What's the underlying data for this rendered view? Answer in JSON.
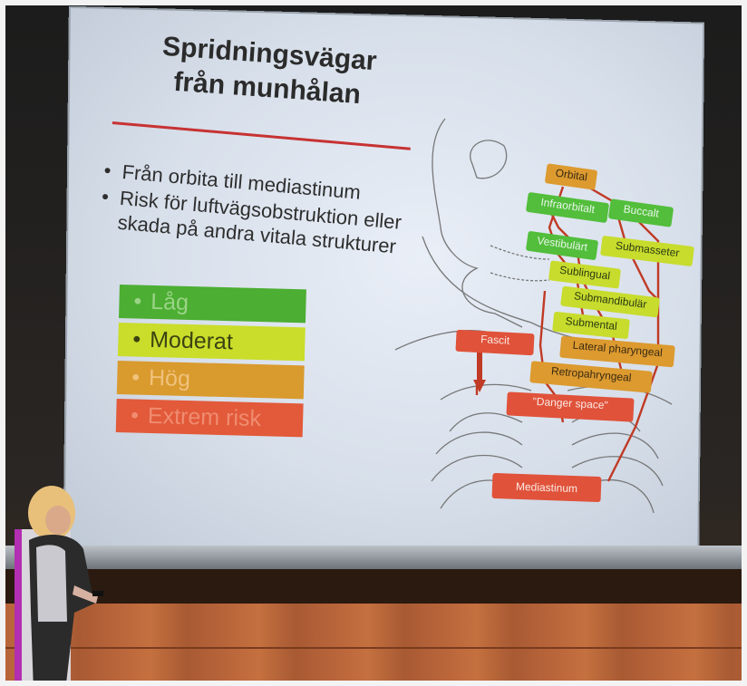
{
  "slide": {
    "title_line1": "Spridningsvägar",
    "title_line2": "från munhålan",
    "bullets": [
      "Från orbita till mediastinum",
      "Risk för luftvägsobstruktion eller skada på andra vitala strukturer"
    ],
    "legend": [
      {
        "label": "Låg",
        "color": "#4cae32",
        "text_color": "#8fd07a"
      },
      {
        "label": "Moderat",
        "color": "#c9dd2a",
        "text_color": "#3b4212"
      },
      {
        "label": "Hög",
        "color": "#d99a2e",
        "text_color": "#f0c27c"
      },
      {
        "label": "Extrem risk",
        "color": "#e25a3a",
        "text_color": "#f08c70"
      }
    ],
    "spaces": {
      "orbital": "Orbital",
      "infraorbital": "Infraorbitalt",
      "buccal": "Buccalt",
      "vestibular": "Vestibulärt",
      "submasseter": "Submasseter",
      "sublingual": "Sublingual",
      "submandibular": "Submandibulär",
      "submental": "Submental",
      "fascit": "Fascit",
      "lateral_pharyngeal": "Lateral pharyngeal",
      "retropharyngeal": "Retropahryngeal",
      "danger_space": "\"Danger space\"",
      "mediastinum": "Mediastinum"
    }
  },
  "colors": {
    "low": "#52be3b",
    "moderate": "#c7dc2d",
    "high": "#dc9a2f",
    "extreme": "#e0523a",
    "title_rule": "#c73232"
  }
}
